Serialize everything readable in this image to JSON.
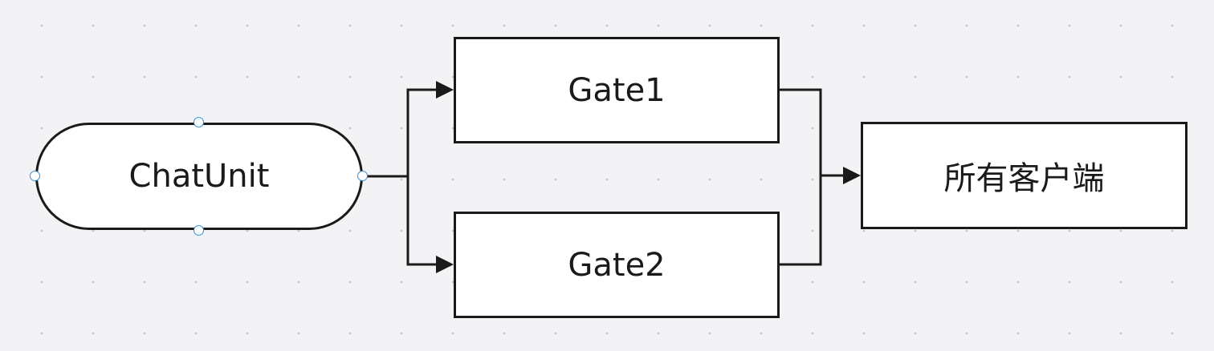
{
  "diagram": {
    "start_node": {
      "label": "ChatUnit",
      "shape": "terminator"
    },
    "gates": [
      {
        "label": "Gate1"
      },
      {
        "label": "Gate2"
      }
    ],
    "end_node": {
      "label": "所有客户端"
    }
  },
  "colors": {
    "canvas_background": "#f3f3f5",
    "grid_dot": "#c8c8cc",
    "node_border": "#1a1a1a",
    "node_fill": "#ffffff",
    "selection_handle": "#2f8fdc"
  }
}
